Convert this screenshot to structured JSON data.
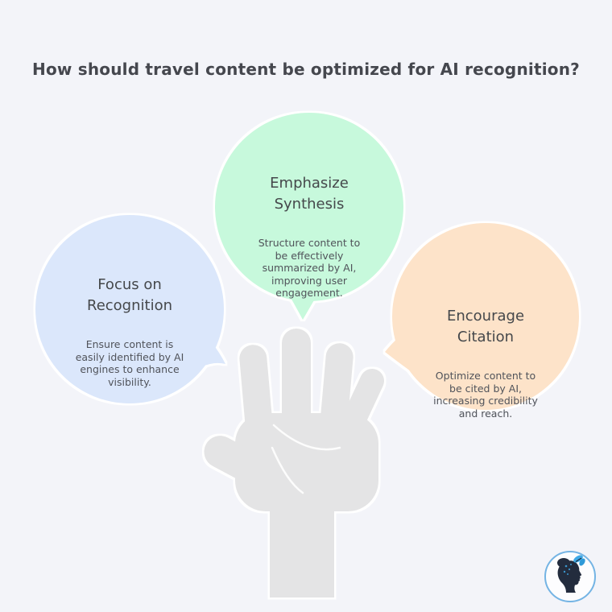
{
  "title": "How should travel content be optimized for AI recognition?",
  "bubbles": [
    {
      "id": "focus-recognition",
      "heading": "Focus on\nRecognition",
      "body": "Ensure content is\neasily identified by AI\nengines to enhance\nvisibility.",
      "color": "#dbe7fb"
    },
    {
      "id": "emphasize-synthesis",
      "heading": "Emphasize\nSynthesis",
      "body": "Structure content to\nbe effectively\nsummarized by AI,\nimproving user\nengagement.",
      "color": "#c7f9dc"
    },
    {
      "id": "encourage-citation",
      "heading": "Encourage\nCitation",
      "body": "Optimize content to\nbe cited by AI,\nincreasing credibility\nand reach.",
      "color": "#fde3c9"
    }
  ],
  "illustration": {
    "icon": "open-palm-hand-icon"
  },
  "logo": {
    "icon": "woman-head-butterfly-logo-icon"
  },
  "colors": {
    "background": "#f3f4f9",
    "bubble_blue": "#dbe7fb",
    "bubble_green": "#c7f9dc",
    "bubble_orange": "#fde3c9",
    "hand": "#e4e4e5",
    "outline": "#ffffff",
    "title_text": "#45474e",
    "body_text": "#50535a",
    "logo_border": "#74b4e4",
    "logo_head": "#232c3d",
    "logo_butterfly": "#3fa9e6"
  }
}
